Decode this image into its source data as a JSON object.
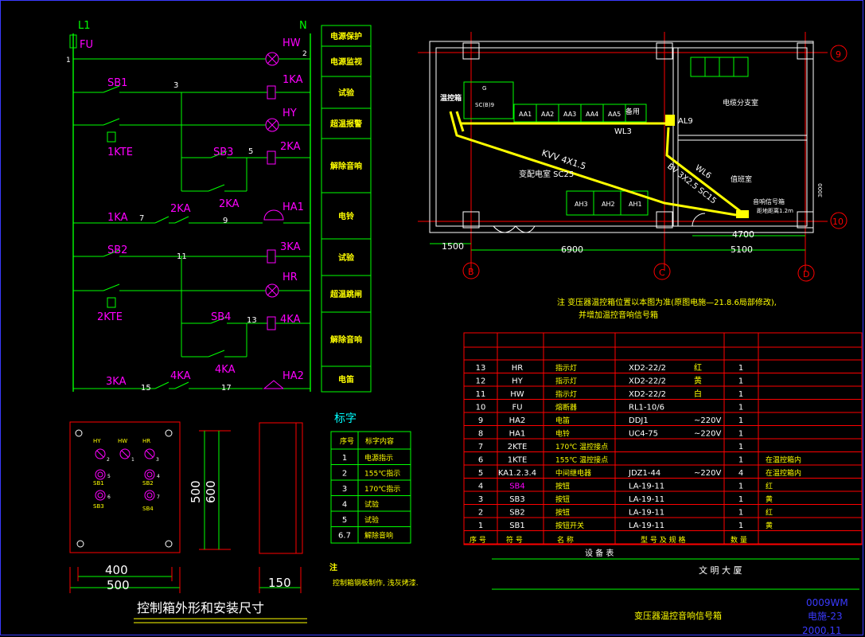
{
  "schematic": {
    "phase_label": "L1",
    "neutral_label": "N",
    "fuse_label": "FU",
    "node_1": "1",
    "node_2": "2",
    "node_3": "3",
    "node_5": "5",
    "node_7": "7",
    "node_9": "9",
    "node_11": "11",
    "node_13": "13",
    "node_15": "15",
    "node_17": "17",
    "components": {
      "hw": "HW",
      "sb1": "SB1",
      "ka1": "1KA",
      "hy": "HY",
      "kte1": "1KTE",
      "sb3": "SB3",
      "ka2": "2KA",
      "ka2b": "2KA",
      "ha1": "HA1",
      "ka1b": "1KA",
      "ka2c": "2KA",
      "sb2": "SB2",
      "ka3": "3KA",
      "hr": "HR",
      "kte2": "2KTE",
      "sb4": "SB4",
      "ka4": "4KA",
      "ka4b": "4KA",
      "ka3b": "3KA",
      "ka4c": "4KA",
      "ha2": "HA2"
    },
    "function_labels": [
      "电源保护",
      "电源监视",
      "试验",
      "超温报警",
      "解除音响",
      "电铃",
      "试验",
      "超温跳闸",
      "解除音响",
      "电笛"
    ]
  },
  "floor_plan": {
    "control_box": "温控箱",
    "sc_label": "SC(B)9",
    "g_label": "G",
    "aa_panels": [
      "AA1",
      "AA2",
      "AA3",
      "AA4",
      "AA5"
    ],
    "spare": "备用",
    "wl3": "WL3",
    "al9": "AL9",
    "cable_room": "电缆分支室",
    "kvv": "KVV 4X1.5",
    "substation": "变配电室  SC25",
    "wl6": "WL6",
    "bv": "BV 3X2.5 SC15",
    "duty_room": "值班室",
    "signal_box": "音响信号箱",
    "install_height": "距地距离1.2m",
    "ah_panels": [
      "AH3",
      "AH2",
      "AH1"
    ],
    "dim_1500": "1500",
    "dim_6900": "6900",
    "dim_4700": "4700",
    "dim_5100": "5100",
    "axis_b": "B",
    "axis_c": "C",
    "axis_d": "D",
    "axis_9": "9",
    "axis_10": "10",
    "dim_side": "3000",
    "note_line1": "注  变压器温控箱位置以本图为准(原图电施—21.8.6局部修改),",
    "note_line2": "并增加温控音响信号箱"
  },
  "equipment_table": {
    "rows": [
      {
        "no": "13",
        "code": "HR",
        "name": "指示灯",
        "model": "XD2-22/2",
        "extra": "红",
        "qty": "1",
        "remark": ""
      },
      {
        "no": "12",
        "code": "HY",
        "name": "指示灯",
        "model": "XD2-22/2",
        "extra": "黄",
        "qty": "1",
        "remark": ""
      },
      {
        "no": "11",
        "code": "HW",
        "name": "指示灯",
        "model": "XD2-22/2",
        "extra": "白",
        "qty": "1",
        "remark": ""
      },
      {
        "no": "10",
        "code": "FU",
        "name": "熔断器",
        "model": "RL1-10/6",
        "extra": "",
        "qty": "1",
        "remark": ""
      },
      {
        "no": "9",
        "code": "HA2",
        "name": "电笛",
        "model": "DDJ1",
        "extra": "~220V",
        "qty": "1",
        "remark": ""
      },
      {
        "no": "8",
        "code": "HA1",
        "name": "电铃",
        "model": "UC4-75",
        "extra": "~220V",
        "qty": "1",
        "remark": ""
      },
      {
        "no": "7",
        "code": "2KTE",
        "name": "170℃ 温控接点",
        "model": "",
        "extra": "",
        "qty": "1",
        "remark": ""
      },
      {
        "no": "6",
        "code": "1KTE",
        "name": "155℃ 温控接点",
        "model": "",
        "extra": "",
        "qty": "1",
        "remark": "在温控箱内"
      },
      {
        "no": "5",
        "code": "KA1.2.3.4",
        "name": "中间继电器",
        "model": "JDZ1-44",
        "extra": "~220V",
        "qty": "4",
        "remark": "在温控箱内"
      },
      {
        "no": "4",
        "code": "SB4",
        "name": "按钮",
        "model": "LA-19-11",
        "extra": "",
        "qty": "1",
        "remark": "红"
      },
      {
        "no": "3",
        "code": "SB3",
        "name": "按钮",
        "model": "LA-19-11",
        "extra": "",
        "qty": "1",
        "remark": "黄"
      },
      {
        "no": "2",
        "code": "SB2",
        "name": "按钮",
        "model": "LA-19-11",
        "extra": "",
        "qty": "1",
        "remark": "红"
      },
      {
        "no": "1",
        "code": "SB1",
        "name": "按钮开关",
        "model": "LA-19-11",
        "extra": "",
        "qty": "1",
        "remark": "黄"
      }
    ],
    "header": {
      "no": "序 号",
      "code": "符  号",
      "name": "名    称",
      "model": "型 号 及 规 格",
      "qty": "数  量"
    },
    "caption": "设    备    表"
  },
  "panel_view": {
    "labels": {
      "hy": "HY",
      "hw": "HW",
      "hr": "HR",
      "sb1": "SB1",
      "sb2": "SB2",
      "sb3": "SB3",
      "sb4": "SB4"
    },
    "nums": {
      "n1": "1",
      "n2": "2",
      "n3": "3",
      "n4": "4",
      "n5": "5",
      "n6": "6",
      "n7": "7"
    },
    "dim_400": "400",
    "dim_500w": "500",
    "dim_500h": "500",
    "dim_600": "600",
    "dim_150": "150",
    "title": "控制箱外形和安装尺寸"
  },
  "label_table": {
    "title": "标字",
    "header": {
      "no": "序号",
      "content": "标字内容"
    },
    "rows": [
      {
        "no": "1",
        "content": "电源指示"
      },
      {
        "no": "2",
        "content": "155℃指示"
      },
      {
        "no": "3",
        "content": "170℃指示"
      },
      {
        "no": "4",
        "content": "试验"
      },
      {
        "no": "5",
        "content": "试验"
      },
      {
        "no": "6.7",
        "content": "解除音响"
      }
    ],
    "note_title": "注",
    "note": "控制箱钢板制作, 浅灰烤漆."
  },
  "title_block": {
    "company": "文  明  大  厦",
    "drawing_title": "变压器温控音响信号箱",
    "code1": "0009WM",
    "code2": "电施-23",
    "date": "2000.11"
  },
  "colors": {
    "wire": "#00ff00",
    "symbol": "#ff00ff",
    "red_line": "#ff0000",
    "yellow": "#ffff00",
    "white": "#ffffff",
    "cyan": "#00ffff",
    "blue": "#3a3aff"
  }
}
